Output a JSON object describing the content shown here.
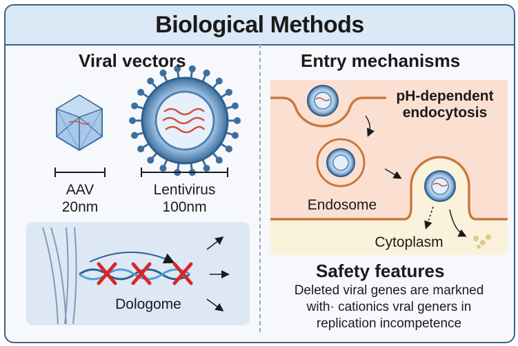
{
  "title": "Biological Methods",
  "left": {
    "heading": "Viral vectors",
    "aav": {
      "name": "AAV",
      "size": "20nm"
    },
    "lentivirus": {
      "name": "Lentivirus",
      "size": "100nm"
    },
    "genome_label": "Dologome"
  },
  "right": {
    "heading": "Entry mechanisms",
    "ph_label_line1": "pH-dependent",
    "ph_label_line2": "endocytosis",
    "endosome_label": "Endosome",
    "cytoplasm_label": "Cytoplasm",
    "safety_heading": "Safety features",
    "safety_lines": [
      "Deleted viral genes are markned",
      "with· cationics vral geners in",
      "replication incompetence"
    ]
  },
  "colors": {
    "frame": "#3f5f8a",
    "title_bg": "#dbe8f6",
    "membrane": "#c8783c",
    "cell_bg": "#fbe0d2",
    "cytoplasm_bg": "#fbf2dc",
    "capsid": "#6c9ac8",
    "cross": "#d62828"
  }
}
